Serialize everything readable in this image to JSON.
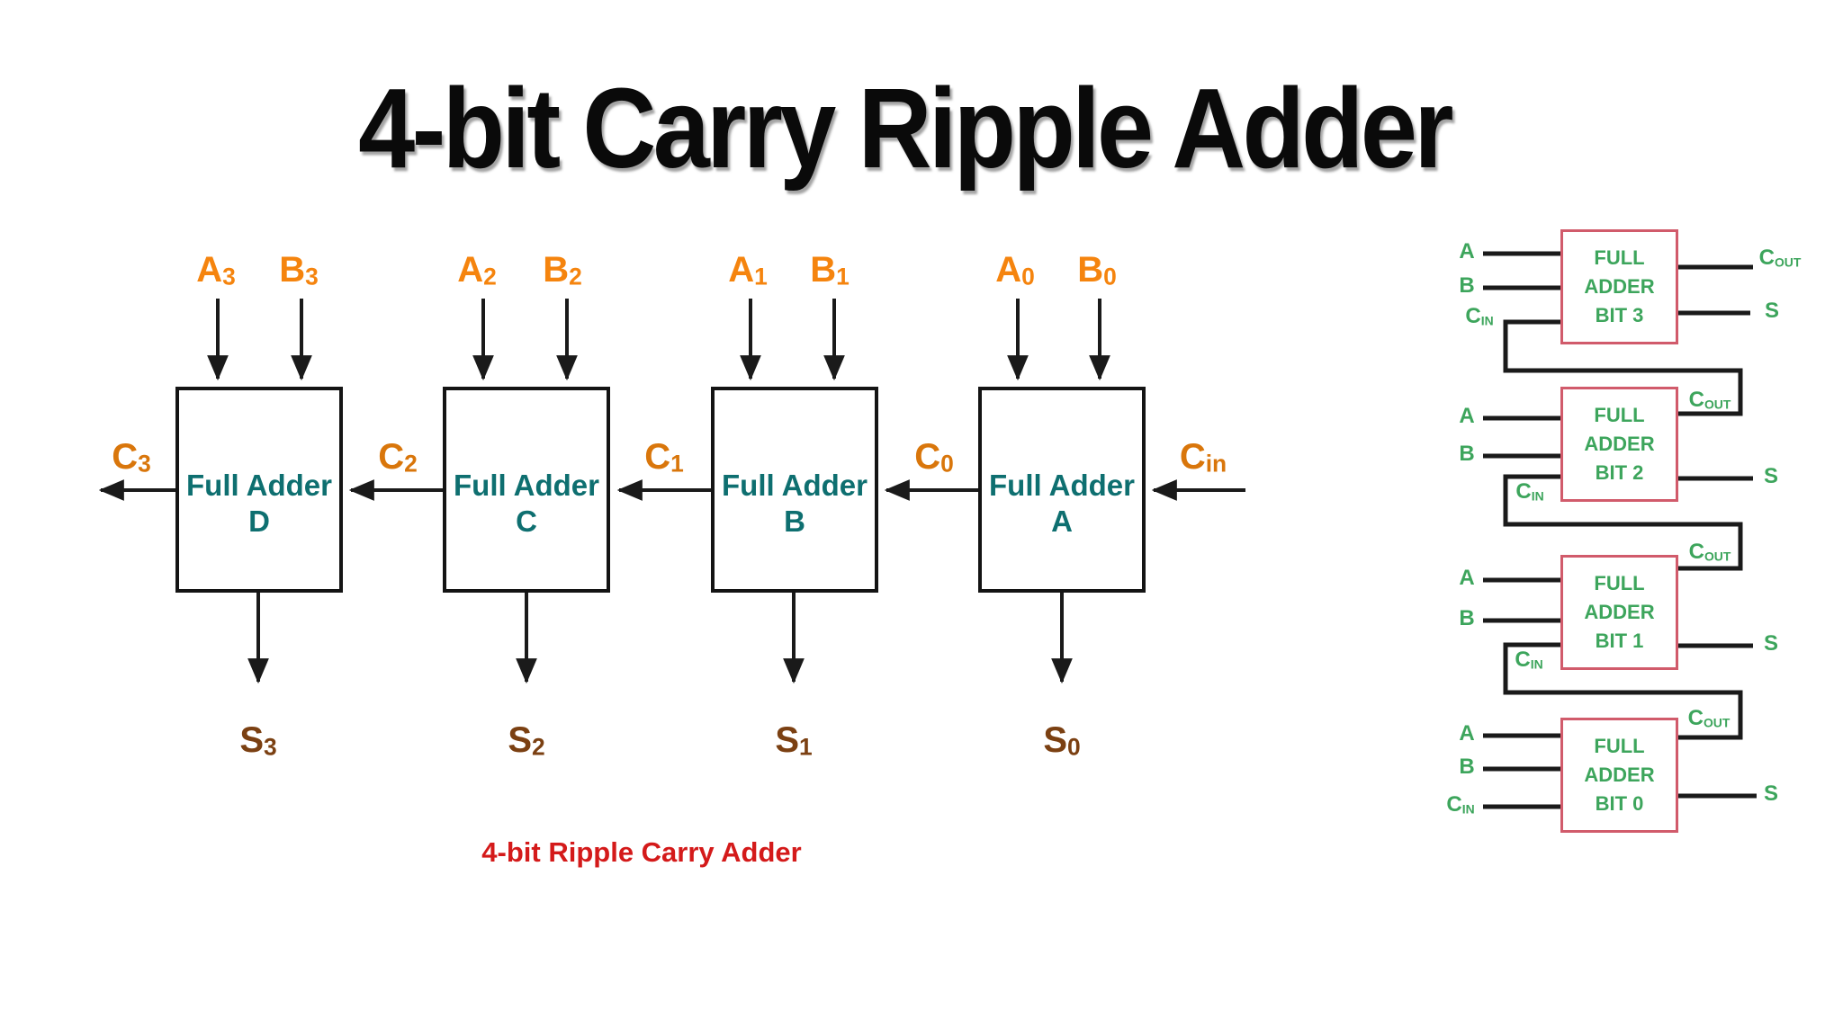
{
  "title": "4-bit Carry Ripple Adder",
  "caption": "4-bit Ripple Carry Adder",
  "colors": {
    "input_label": "#f5840e",
    "carry_label": "#d9760b",
    "sum_label": "#7b4012",
    "adder_name_text": "#0e6f70",
    "caption_text": "#d41a1a",
    "block_border": "#d15b6b",
    "block_text": "#3da55c",
    "wire": "#1a1a1a",
    "title_text": "#0a0a0a"
  },
  "main_diagram": {
    "adders": [
      {
        "name": "Full Adder",
        "letter": "D",
        "a": {
          "main": "A",
          "sub": "3"
        },
        "b": {
          "main": "B",
          "sub": "3"
        },
        "s": {
          "main": "S",
          "sub": "3"
        }
      },
      {
        "name": "Full Adder",
        "letter": "C",
        "a": {
          "main": "A",
          "sub": "2"
        },
        "b": {
          "main": "B",
          "sub": "2"
        },
        "s": {
          "main": "S",
          "sub": "2"
        }
      },
      {
        "name": "Full Adder",
        "letter": "B",
        "a": {
          "main": "A",
          "sub": "1"
        },
        "b": {
          "main": "B",
          "sub": "1"
        },
        "s": {
          "main": "S",
          "sub": "1"
        }
      },
      {
        "name": "Full Adder",
        "letter": "A",
        "a": {
          "main": "A",
          "sub": "0"
        },
        "b": {
          "main": "B",
          "sub": "0"
        },
        "s": {
          "main": "S",
          "sub": "0"
        }
      }
    ],
    "carries": [
      {
        "main": "C",
        "sub": "3"
      },
      {
        "main": "C",
        "sub": "2"
      },
      {
        "main": "C",
        "sub": "1"
      },
      {
        "main": "C",
        "sub": "0"
      },
      {
        "main": "C",
        "sub": "in"
      }
    ]
  },
  "block_diagram": {
    "blocks": [
      {
        "line1": "FULL",
        "line2": "ADDER",
        "line3": "BIT 3",
        "a": "A",
        "b": "B",
        "cin": {
          "main": "C",
          "sub": "IN"
        },
        "cout": {
          "main": "C",
          "sub": "OUT"
        },
        "s": "S"
      },
      {
        "line1": "FULL",
        "line2": "ADDER",
        "line3": "BIT 2",
        "a": "A",
        "b": "B",
        "cin": {
          "main": "C",
          "sub": "IN"
        },
        "cout": {
          "main": "C",
          "sub": "OUT"
        },
        "s": "S"
      },
      {
        "line1": "FULL",
        "line2": "ADDER",
        "line3": "BIT 1",
        "a": "A",
        "b": "B",
        "cin": {
          "main": "C",
          "sub": "IN"
        },
        "cout": {
          "main": "C",
          "sub": "OUT"
        },
        "s": "S"
      },
      {
        "line1": "FULL",
        "line2": "ADDER",
        "line3": "BIT 0",
        "a": "A",
        "b": "B",
        "cin": {
          "main": "C",
          "sub": "IN"
        },
        "cout": {
          "main": "C",
          "sub": "OUT"
        },
        "s": "S"
      }
    ]
  }
}
